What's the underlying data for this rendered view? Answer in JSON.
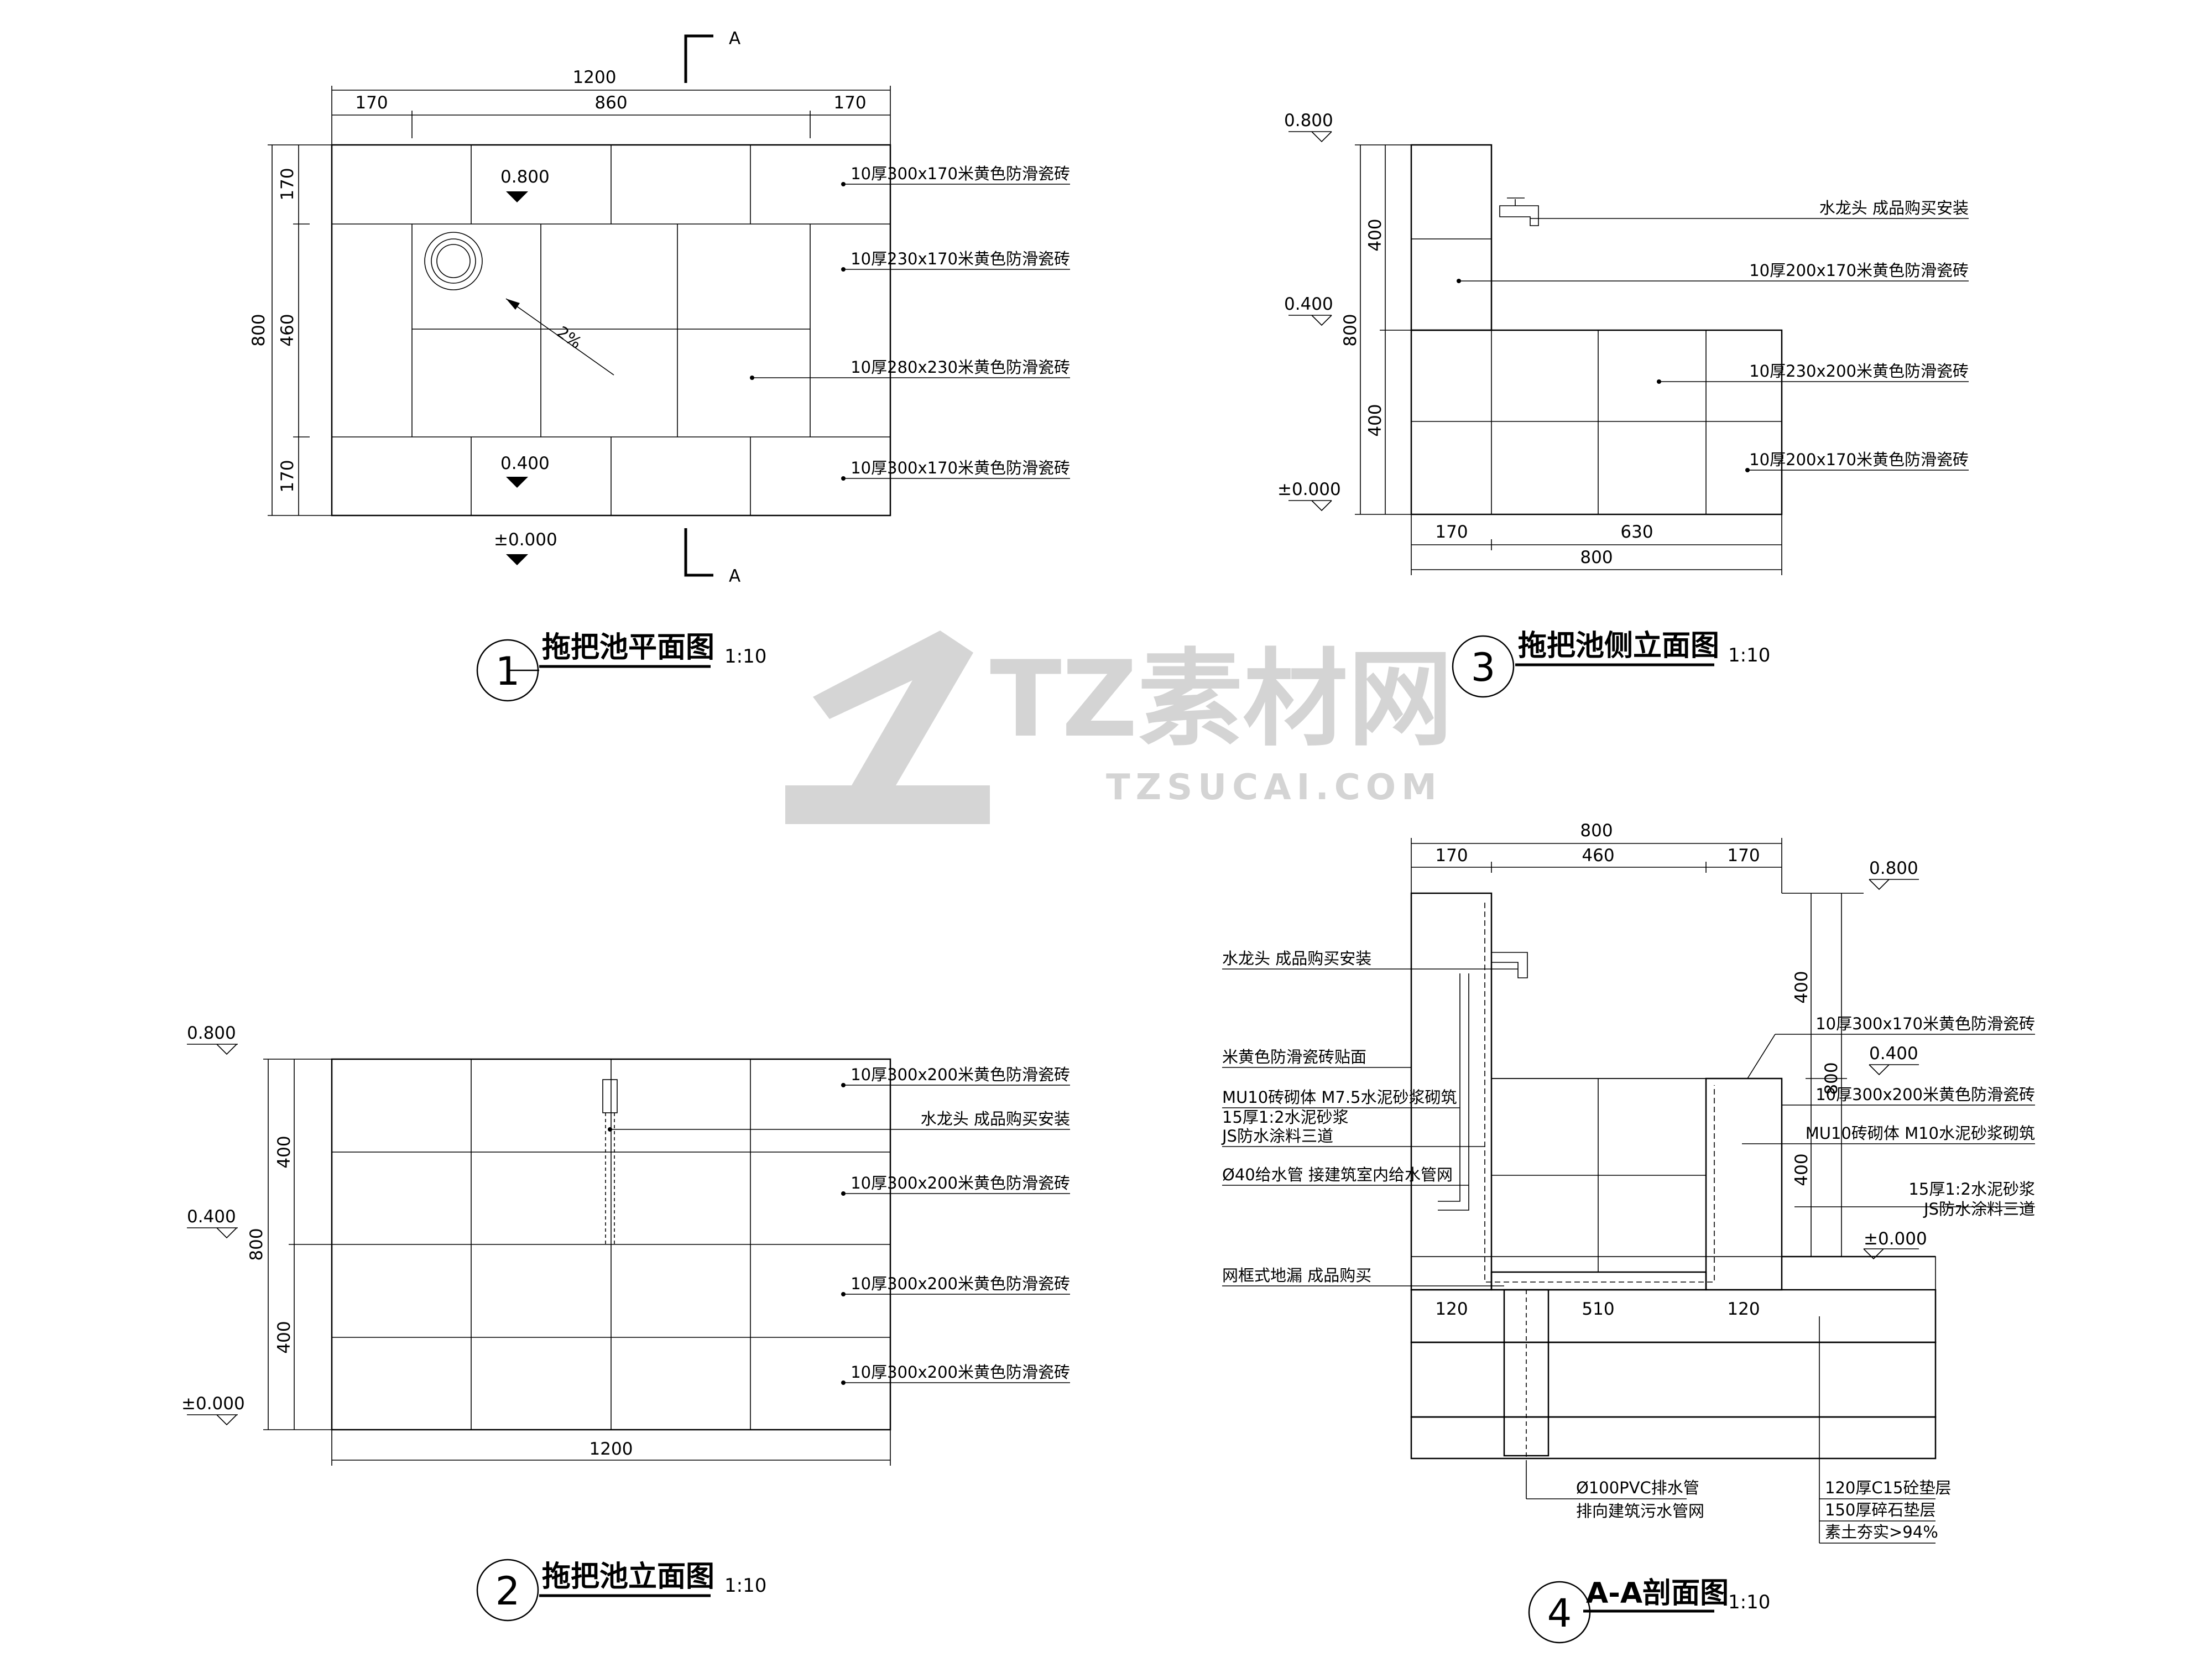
{
  "watermark": {
    "brand": "TZ素材网",
    "url": "TZSUCAI.COM"
  },
  "section_marks": {
    "a_top": "A",
    "a_bottom": "A"
  },
  "plan": {
    "title": "拖把池平面图",
    "scale": "1:10",
    "index": "1",
    "dim_total_w": "1200",
    "dim_w1": "170",
    "dim_w2": "860",
    "dim_w3": "170",
    "dim_total_h": "800",
    "dim_h1": "170",
    "dim_h2": "460",
    "dim_h3": "170",
    "elev_top": "0.800",
    "elev_mid": "0.400",
    "elev_zero": "±0.000",
    "slope": "2%",
    "notes": [
      "10厚300x170米黄色防滑瓷砖",
      "10厚230x170米黄色防滑瓷砖",
      "10厚280x230米黄色防滑瓷砖",
      "10厚300x170米黄色防滑瓷砖"
    ]
  },
  "side": {
    "title": "拖把池侧立面图",
    "scale": "1:10",
    "index": "3",
    "elev_top": "0.800",
    "elev_mid": "0.400",
    "elev_zero": "±0.000",
    "dim_h1": "400",
    "dim_h2": "400",
    "dim_total_h": "800",
    "dim_w1": "170",
    "dim_w2": "630",
    "dim_total_w": "800",
    "notes": [
      "水龙头 成品购买安装",
      "10厚200x170米黄色防滑瓷砖",
      "10厚230x200米黄色防滑瓷砖",
      "10厚200x170米黄色防滑瓷砖"
    ]
  },
  "elevation": {
    "title": "拖把池立面图",
    "scale": "1:10",
    "index": "2",
    "elev_top": "0.800",
    "elev_mid": "0.400",
    "elev_zero": "±0.000",
    "dim_h1": "400",
    "dim_h2": "400",
    "dim_total_h": "800",
    "dim_total_w": "1200",
    "notes": [
      "10厚300x200米黄色防滑瓷砖",
      "水龙头 成品购买安装",
      "10厚300x200米黄色防滑瓷砖",
      "10厚300x200米黄色防滑瓷砖",
      "10厚300x200米黄色防滑瓷砖"
    ]
  },
  "section": {
    "title": "A-A剖面图",
    "scale": "1:10",
    "index": "4",
    "dim_total_w": "800",
    "dim_w1": "170",
    "dim_w2": "460",
    "dim_w3": "170",
    "dim_b1": "120",
    "dim_b2": "510",
    "dim_b3": "120",
    "dim_h1": "400",
    "dim_h2": "400",
    "dim_total_h": "800",
    "elev_top": "0.800",
    "elev_mid": "0.400",
    "elev_zero": "±0.000",
    "left_notes": [
      "水龙头 成品购买安装",
      "米黄色防滑瓷砖贴面",
      "MU10砖砌体 M7.5水泥砂浆砌筑",
      "15厚1:2水泥砂浆",
      "JS防水涂料三道",
      "Ø40给水管 接建筑室内给水管网",
      "网框式地漏 成品购买"
    ],
    "right_notes": [
      "10厚300x170米黄色防滑瓷砖",
      "10厚300x200米黄色防滑瓷砖",
      "MU10砖砌体 M10水泥砂浆砌筑",
      "15厚1:2水泥砂浆",
      "JS防水涂料三道"
    ],
    "bottom_left_notes": [
      "Ø100PVC排水管",
      "排向建筑污水管网"
    ],
    "bottom_right_notes": [
      "120厚C15砼垫层",
      "150厚碎石垫层",
      "素土夯实>94%"
    ]
  }
}
